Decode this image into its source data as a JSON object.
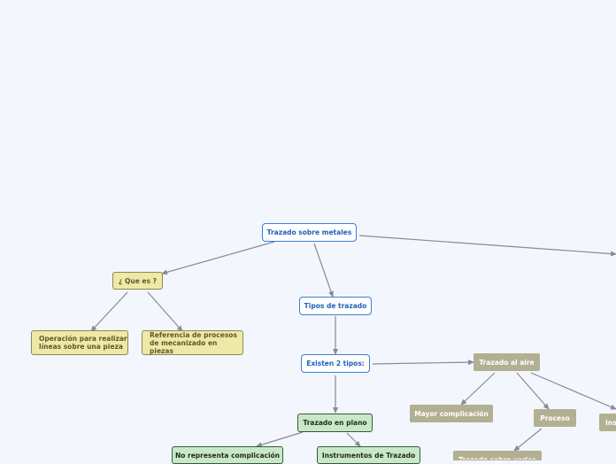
{
  "diagram": {
    "root": "Trazado sobre metales",
    "que_es": "¿ Que es ?",
    "definicion": "Operación para realizar\nlíneas sobre una pieza",
    "referencia": "Referencia de procesos\nde mecanizado en piezas",
    "tipos": "Tipos de trazado",
    "existen": "Existen 2 tipos:",
    "aire": "Trazado al aire",
    "mayor": "Mayor complicación",
    "proceso": "Proceso",
    "ins": "Ins",
    "varias": "Trazado sobre varias",
    "plano": "Trazado en plano",
    "no_representa": "No representa complicación",
    "instrumentos": "Instrumentos de Trazado"
  },
  "colors": {
    "background": "#f4f6fd",
    "connector": "#878a99",
    "blue_border": "#3a7fd5",
    "yellow_fill": "#eee9a6",
    "gray_fill": "#b2b092",
    "green_fill": "#cbe7c9"
  }
}
